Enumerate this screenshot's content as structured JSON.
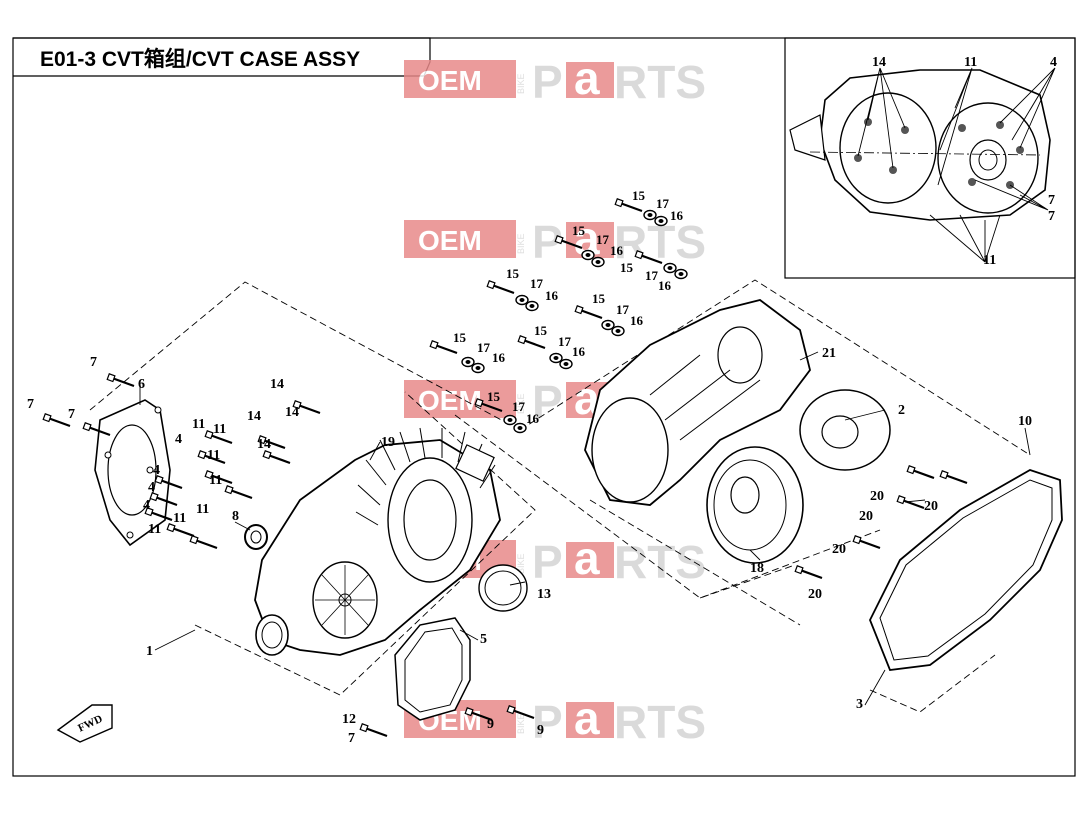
{
  "diagram": {
    "title": "E01-3 CVT箱组/CVT CASE ASSY",
    "watermark": {
      "oem": "OEM",
      "bike": "BIKE",
      "p": "P",
      "a": "a",
      "rts": "RTS",
      "accent_color": "#e57373"
    },
    "fwd_label": "FWD",
    "callouts": {
      "c1": "1",
      "c2": "2",
      "c3": "3",
      "c4a": "4",
      "c4b": "4",
      "c4c": "4",
      "c4d": "4",
      "c4e": "4",
      "c5": "5",
      "c6": "6",
      "c7a": "7",
      "c7b": "7",
      "c7c": "7",
      "c7d": "7",
      "c7e": "7",
      "c7f": "7",
      "c8": "8",
      "c9a": "9",
      "c9b": "9",
      "c10": "10",
      "c11a": "11",
      "c11b": "11",
      "c11c": "11",
      "c11d": "11",
      "c11e": "11",
      "c11f": "11",
      "c11g": "11",
      "c11h": "11",
      "c11i": "11",
      "c12": "12",
      "c13": "13",
      "c14a": "14",
      "c14b": "14",
      "c14c": "14",
      "c14d": "14",
      "c14e": "14",
      "c15a": "15",
      "c15b": "15",
      "c15c": "15",
      "c15d": "15",
      "c15e": "15",
      "c15f": "15",
      "c15g": "15",
      "c15h": "15",
      "c16a": "16",
      "c16b": "16",
      "c16c": "16",
      "c16d": "16",
      "c16e": "16",
      "c16f": "16",
      "c16g": "16",
      "c16h": "16",
      "c17a": "17",
      "c17b": "17",
      "c17c": "17",
      "c17d": "17",
      "c17e": "17",
      "c17f": "17",
      "c17g": "17",
      "c17h": "17",
      "c18": "18",
      "c19": "19",
      "c20a": "20",
      "c20b": "20",
      "c20c": "20",
      "c20d": "20",
      "c20e": "20",
      "c21": "21"
    }
  }
}
